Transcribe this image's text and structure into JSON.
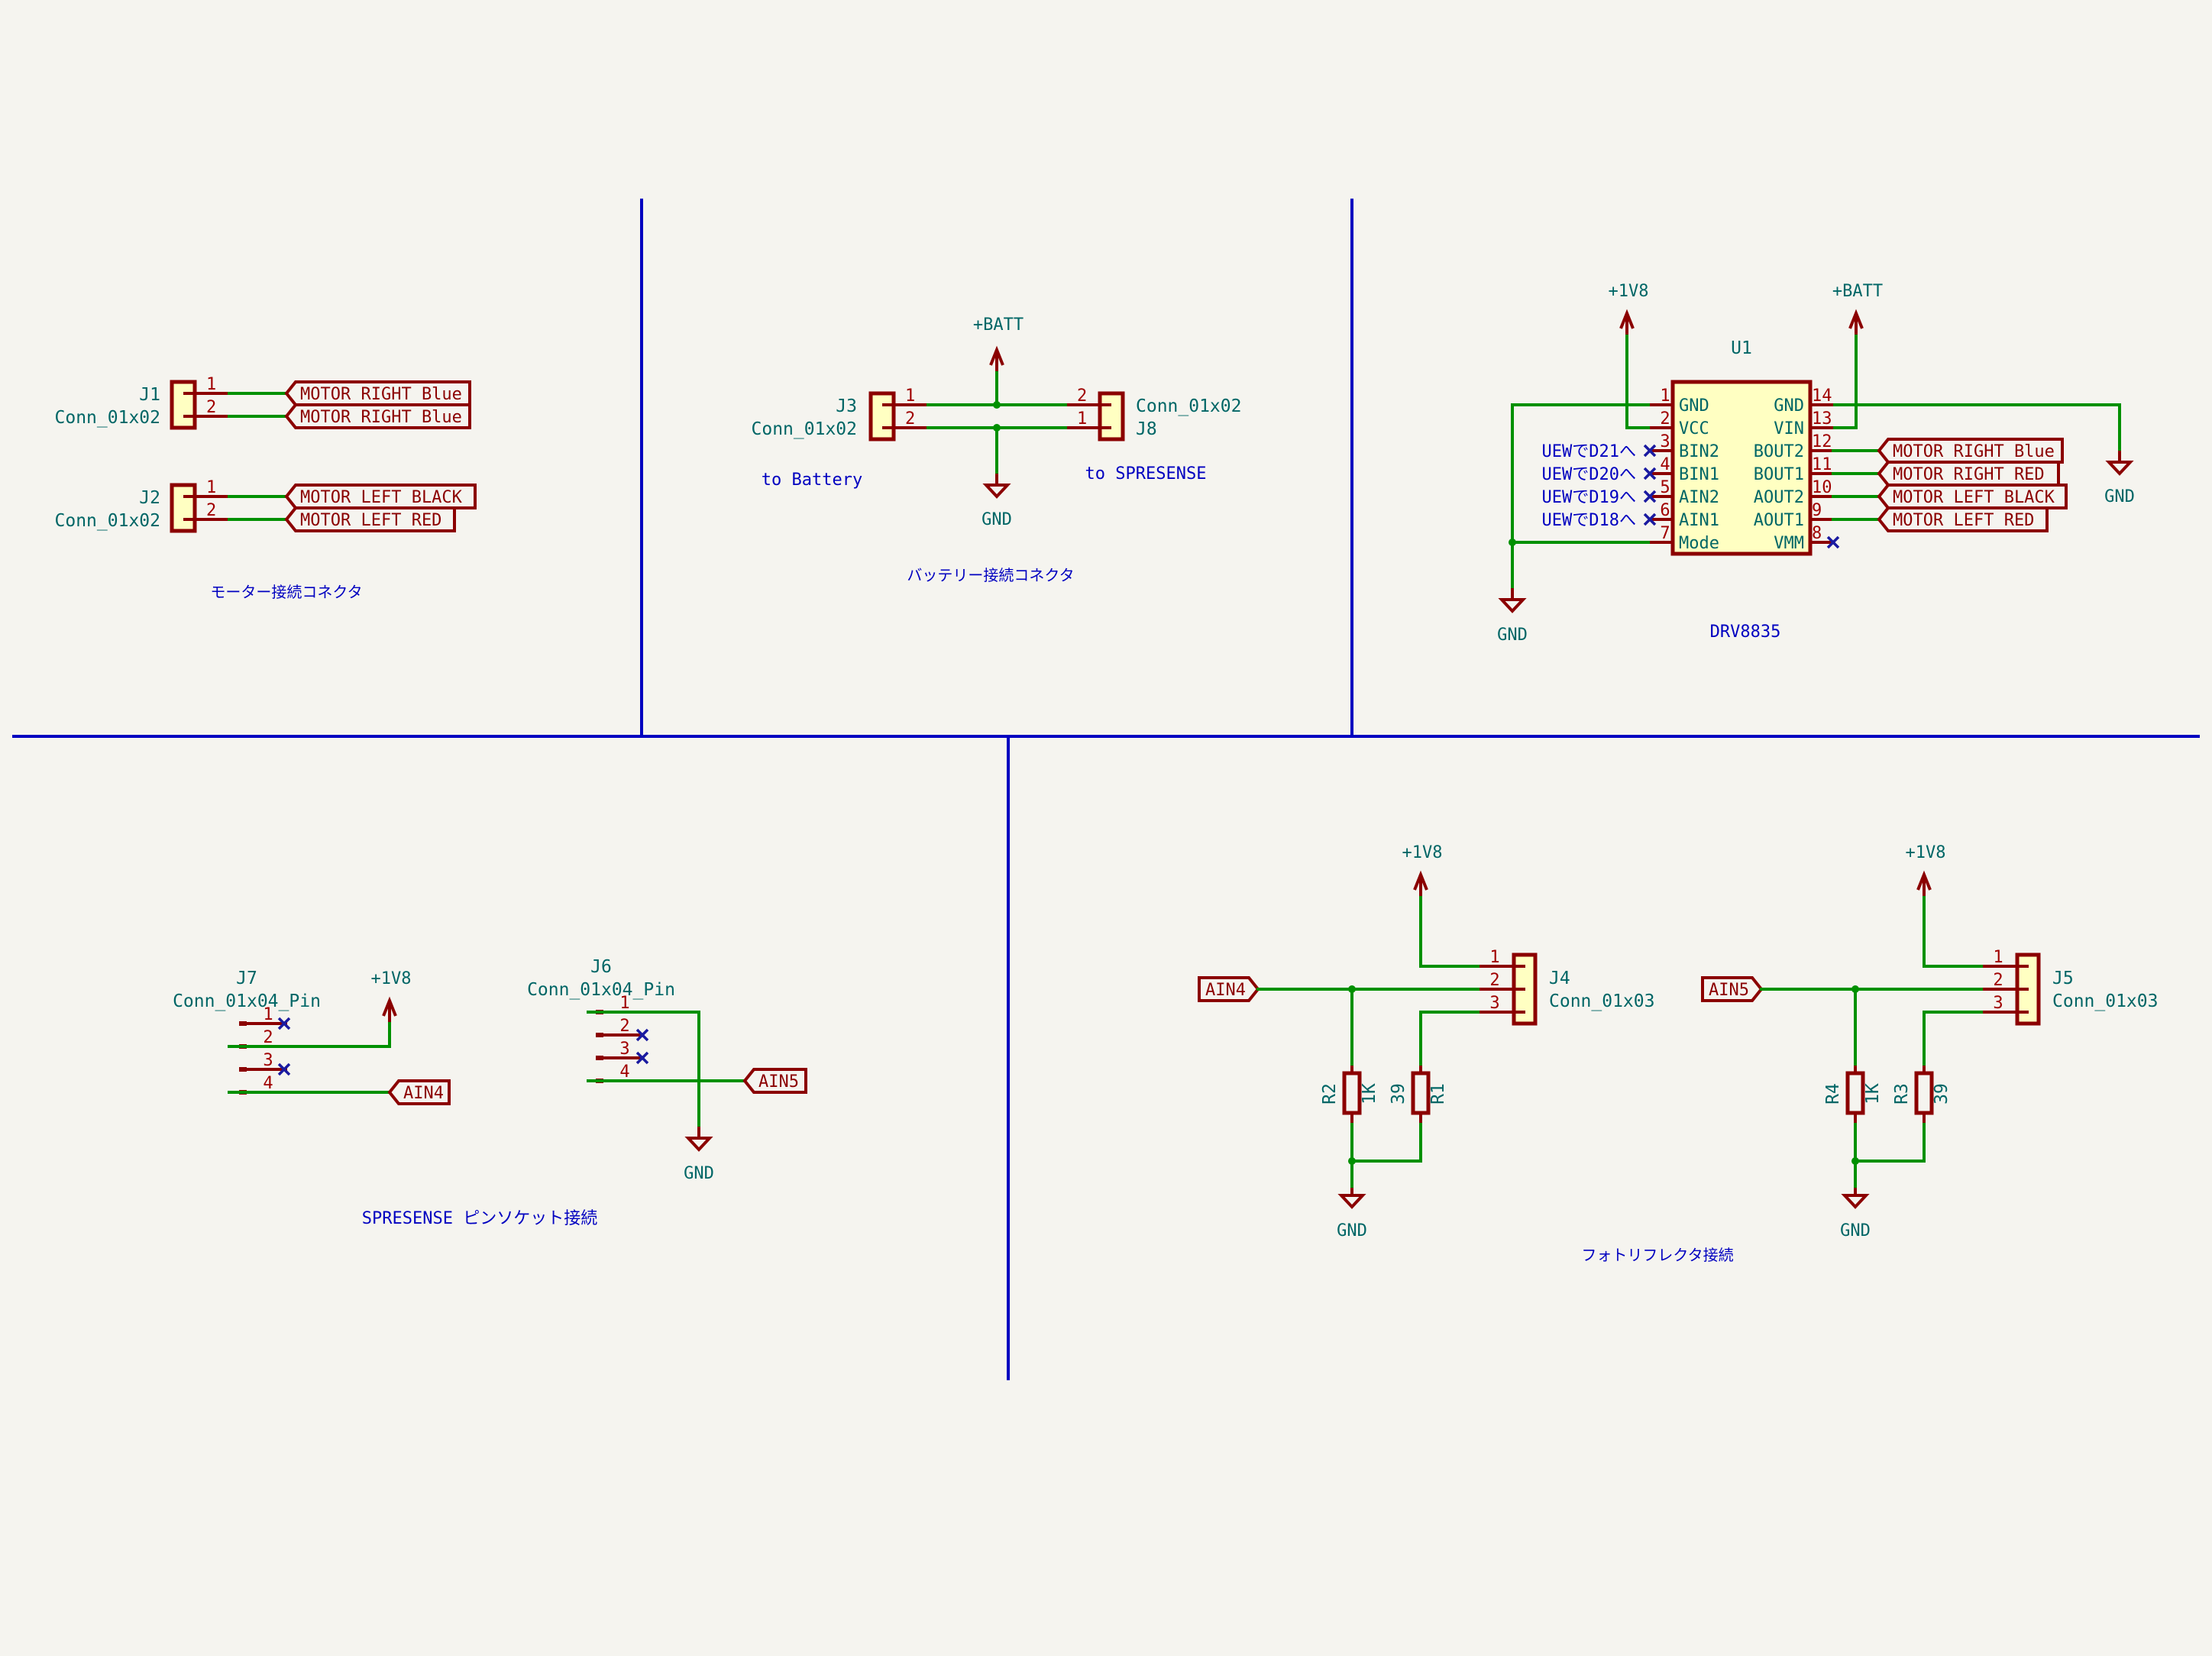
{
  "sheet": {
    "type": "KiCad schematic",
    "colors": {
      "background": "#f5f4ef",
      "wire": "#009000",
      "pin": "#8b0000",
      "component_fill": "#ffffc2",
      "reference_text": "#006666",
      "note_text": "#0000c0",
      "divider": "#0000c0"
    }
  },
  "sections": {
    "motor": {
      "title": "モーター接続コネクタ",
      "j1": {
        "ref": "J1",
        "value": "Conn_01x02",
        "pins": [
          "1",
          "2"
        ],
        "labels": [
          "MOTOR RIGHT Blue",
          "MOTOR RIGHT Blue"
        ]
      },
      "j2": {
        "ref": "J2",
        "value": "Conn_01x02",
        "pins": [
          "1",
          "2"
        ],
        "labels": [
          "MOTOR LEFT BLACK",
          "MOTOR LEFT RED"
        ]
      }
    },
    "battery": {
      "title": "バッテリー接続コネクタ",
      "j3": {
        "ref": "J3",
        "value": "Conn_01x02",
        "pins": [
          "1",
          "2"
        ],
        "note": "to Battery"
      },
      "j8": {
        "ref": "J8",
        "value": "Conn_01x02",
        "pins": [
          "2",
          "1"
        ],
        "note": "to SPRESENSE"
      },
      "power_top": "+BATT",
      "power_bottom": "GND"
    },
    "driver": {
      "ref": "U1",
      "value": "DRV8835",
      "power_left": "+1V8",
      "power_right": "+BATT",
      "gnd_left": "GND",
      "gnd_right": "GND",
      "left_pins": [
        {
          "num": "1",
          "name": "GND"
        },
        {
          "num": "2",
          "name": "VCC"
        },
        {
          "num": "3",
          "name": "BIN2",
          "note": "UEWでD21へ"
        },
        {
          "num": "4",
          "name": "BIN1",
          "note": "UEWでD20へ"
        },
        {
          "num": "5",
          "name": "AIN2",
          "note": "UEWでD19へ"
        },
        {
          "num": "6",
          "name": "AIN1",
          "note": "UEWでD18へ"
        },
        {
          "num": "7",
          "name": "Mode"
        }
      ],
      "right_pins": [
        {
          "num": "14",
          "name": "GND"
        },
        {
          "num": "13",
          "name": "VIN"
        },
        {
          "num": "12",
          "name": "BOUT2",
          "label": "MOTOR RIGHT Blue"
        },
        {
          "num": "11",
          "name": "BOUT1",
          "label": "MOTOR RIGHT RED"
        },
        {
          "num": "10",
          "name": "AOUT2",
          "label": "MOTOR LEFT BLACK"
        },
        {
          "num": "9",
          "name": "AOUT1",
          "label": "MOTOR LEFT RED"
        },
        {
          "num": "8",
          "name": "VMM"
        }
      ]
    },
    "spresense": {
      "title": "SPRESENSE ピンソケット接続",
      "j7": {
        "ref": "J7",
        "value": "Conn_01x04_Pin",
        "pins": [
          "1",
          "2",
          "3",
          "4"
        ],
        "power": "+1V8",
        "label": "AIN4"
      },
      "j6": {
        "ref": "J6",
        "value": "Conn_01x04_Pin",
        "pins": [
          "1",
          "2",
          "3",
          "4"
        ],
        "power": "GND",
        "label": "AIN5"
      }
    },
    "photo": {
      "title": "フォトリフレクタ接続",
      "left": {
        "label": "AIN4",
        "power": "+1V8",
        "gnd": "GND",
        "conn": {
          "ref": "J4",
          "value": "Conn_01x03",
          "pins": [
            "1",
            "2",
            "3"
          ]
        },
        "r_pull": {
          "ref": "R2",
          "value": "1K"
        },
        "r_led": {
          "ref": "R1",
          "value": "39"
        }
      },
      "right": {
        "label": "AIN5",
        "power": "+1V8",
        "gnd": "GND",
        "conn": {
          "ref": "J5",
          "value": "Conn_01x03",
          "pins": [
            "1",
            "2",
            "3"
          ]
        },
        "r_pull": {
          "ref": "R4",
          "value": "1K"
        },
        "r_led": {
          "ref": "R3",
          "value": "39"
        }
      }
    }
  }
}
